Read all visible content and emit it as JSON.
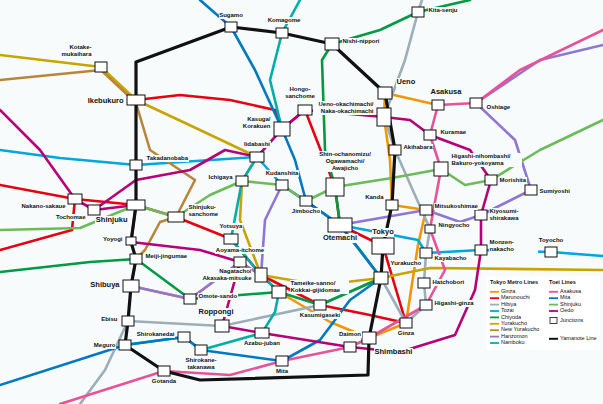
{
  "diagram": {
    "labels": [
      "Kita-senju",
      "Sugamo",
      "Komagome",
      "Nishi-nippori",
      "Kotake-mukaihara",
      "Ikebukuro",
      "Ueno",
      "Asakusa",
      "Oshiage",
      "Hongo-sanchome",
      "Ueno-okachimachi/ Naka-okachimachi",
      "Kasuga/ Korakuen",
      "Kuramae",
      "Takadanobaba",
      "Iidabashi",
      "Akihabara",
      "Nakano-sakaue",
      "Tochomae",
      "Shinjuku",
      "Shinjuku-sanchome",
      "Yoyogi",
      "Ichigaya",
      "Kudanshita",
      "Jimbocho",
      "Shin-ochanomizu/ Ogawamachi/ Awajicho",
      "Higashi-nihombashi/ Bakuro-yokoyama",
      "Kanda",
      "Mitsukoshimae",
      "Ningyocho",
      "Morishita",
      "Sumiyoshi",
      "Kiyosumi-shirakawa",
      "Monzen-nakacho",
      "Toyocho",
      "Kayabacho",
      "Hatchobori",
      "Otemachi",
      "Tokyo",
      "Yotsuya",
      "Nagatacho/ Akasaka-mitsuke",
      "Tameike-sanno/ Kokkai-gijidomae",
      "Kasumigaseki",
      "Yurakucho",
      "Ginza",
      "Higashi-ginza",
      "Meiji-jingumae",
      "Shibuya",
      "Omote-sando",
      "Aoyama-itchome",
      "Roppongi",
      "Azabu-juban",
      "Ebisu",
      "Shirokane-takanawa",
      "Shirokanedai",
      "Meguro",
      "Gotanda",
      "Mita",
      "Daimon",
      "Shimbashi",
      "Tokyo Metro Lines",
      "Toei Lines"
    ],
    "legend": [
      {
        "text": "Ginza"
      },
      {
        "text": "Marunouchi"
      },
      {
        "text": "Hibiya"
      },
      {
        "text": "Tozai"
      },
      {
        "text": "Chiyoda"
      },
      {
        "text": "Yurakucho"
      },
      {
        "text": "New Yurakucho"
      },
      {
        "text": "Hanzomon"
      },
      {
        "text": "Namboku"
      },
      {
        "text": "Asakusa"
      },
      {
        "text": "Mita"
      },
      {
        "text": "Shinjuku"
      },
      {
        "text": "Oedo"
      },
      {
        "text": "Junctions"
      },
      {
        "text": "Yamanote Line"
      }
    ]
  }
}
